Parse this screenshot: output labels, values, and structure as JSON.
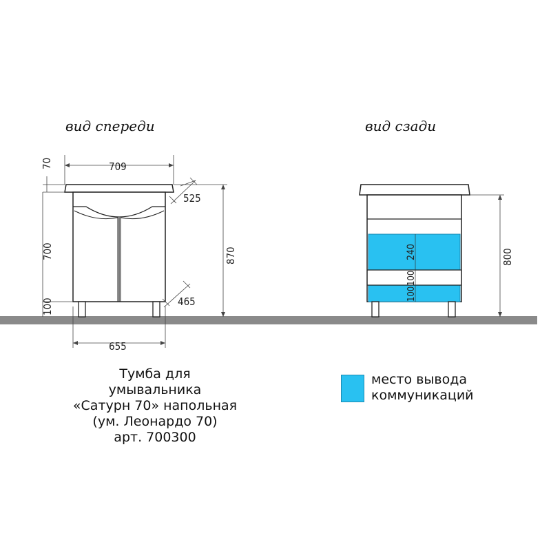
{
  "views": {
    "front_title": "вид спереди",
    "back_title": "вид сзади"
  },
  "dimensions": {
    "top_height": "70",
    "top_width": "709",
    "depth_top": "525",
    "body_height": "700",
    "total_height": "870",
    "depth_bottom": "465",
    "leg_height": "100",
    "body_width": "655",
    "comm_zone_height": "240",
    "comm_offset_1": "100",
    "comm_offset_2": "100",
    "back_height": "800"
  },
  "caption": {
    "line1": "Тумба для",
    "line2": "умывальника",
    "line3": "«Сатурн 70» напольная",
    "line4": "(ум. Леонардо 70)",
    "line5": "арт. 700300"
  },
  "legend": {
    "line1": "место вывода",
    "line2": "коммуникаций",
    "color": "#29c1f1"
  },
  "colors": {
    "floor": "#8a8a8a",
    "communications": "#29c1f1"
  }
}
